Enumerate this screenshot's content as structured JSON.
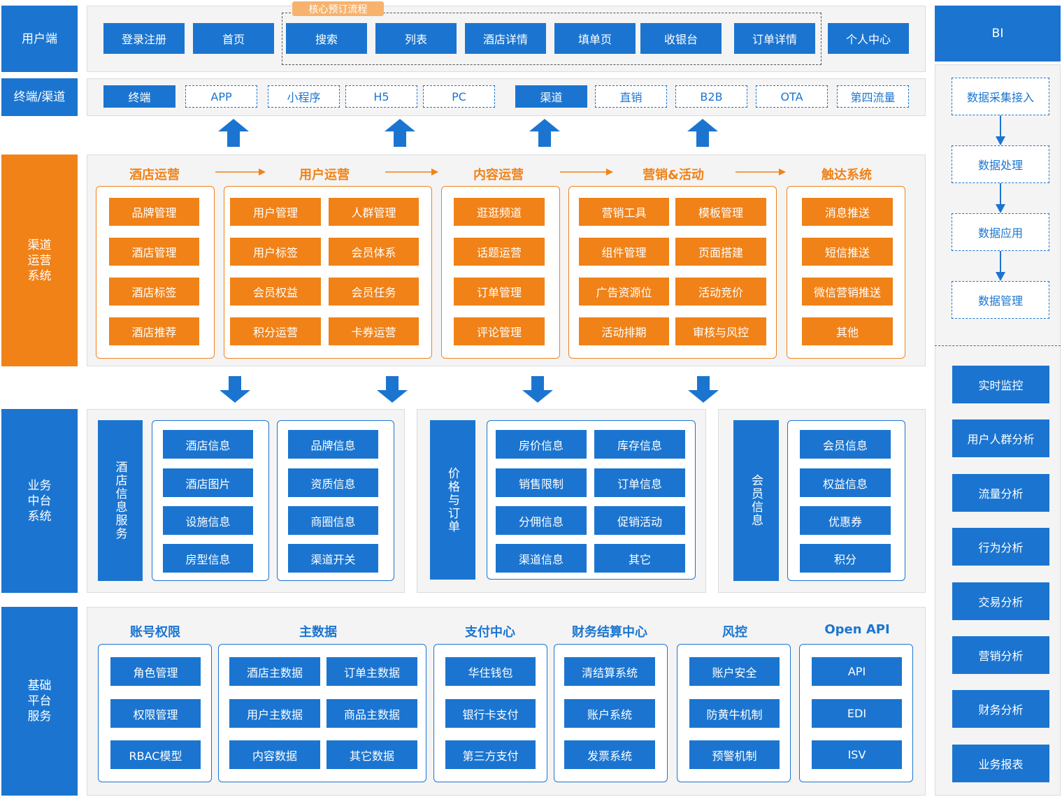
{
  "layers": {
    "user_end": "用户端",
    "terminal_channel": "终端/渠道",
    "channel_ops": "渠道\n运营\n系统",
    "biz_middle": "业务\n中台\n系统",
    "foundation": "基础\n平台\n服务"
  },
  "user_end": {
    "core_flow_label": "核心预订流程",
    "items": [
      "登录注册",
      "首页",
      "搜索",
      "列表",
      "酒店详情",
      "填单页",
      "收银台",
      "订单详情",
      "个人中心"
    ]
  },
  "terminal": {
    "terminal_label": "终端",
    "terminals": [
      "APP",
      "小程序",
      "H5",
      "PC"
    ],
    "channel_label": "渠道",
    "channels": [
      "直销",
      "B2B",
      "OTA",
      "第四流量"
    ]
  },
  "channel_ops": {
    "titles": [
      "酒店运营",
      "用户运营",
      "内容运营",
      "营销&活动",
      "触达系统"
    ],
    "hotel_ops": [
      "品牌管理",
      "酒店管理",
      "酒店标签",
      "酒店推荐"
    ],
    "user_ops": [
      "用户管理",
      "人群管理",
      "用户标签",
      "会员体系",
      "会员权益",
      "会员任务",
      "积分运营",
      "卡券运营"
    ],
    "content_ops": [
      "逛逛频道",
      "话题运营",
      "订单管理",
      "评论管理"
    ],
    "marketing": [
      "营销工具",
      "模板管理",
      "组件管理",
      "页面搭建",
      "广告资源位",
      "活动竞价",
      "活动排期",
      "审核与风控"
    ],
    "reach": [
      "消息推送",
      "短信推送",
      "微信营销推送",
      "其他"
    ]
  },
  "biz_middle": {
    "hotel_service_label": "酒店信息服务",
    "hotel_left": [
      "酒店信息",
      "酒店图片",
      "设施信息",
      "房型信息"
    ],
    "hotel_right": [
      "品牌信息",
      "资质信息",
      "商圈信息",
      "渠道开关"
    ],
    "price_order_label": "价格与订单",
    "price_order": [
      "房价信息",
      "库存信息",
      "销售限制",
      "订单信息",
      "分佣信息",
      "促销活动",
      "渠道信息",
      "其它"
    ],
    "member_label": "会员信息",
    "member": [
      "会员信息",
      "权益信息",
      "优惠券",
      "积分"
    ]
  },
  "foundation": {
    "titles": [
      "账号权限",
      "主数据",
      "支付中心",
      "财务结算中心",
      "风控",
      "Open API"
    ],
    "account": [
      "角色管理",
      "权限管理",
      "RBAC模型"
    ],
    "master_data": [
      "酒店主数据",
      "订单主数据",
      "用户主数据",
      "商品主数据",
      "内容数据",
      "其它数据"
    ],
    "payment": [
      "华住钱包",
      "银行卡支付",
      "第三方支付"
    ],
    "finance": [
      "清结算系统",
      "账户系统",
      "发票系统"
    ],
    "risk": [
      "账户安全",
      "防黄牛机制",
      "预警机制"
    ],
    "open_api": [
      "API",
      "EDI",
      "ISV"
    ]
  },
  "bi": {
    "title": "BI",
    "pipeline": [
      "数据采集接入",
      "数据处理",
      "数据应用",
      "数据管理"
    ],
    "analysis": [
      "实时监控",
      "用户人群分析",
      "流量分析",
      "行为分析",
      "交易分析",
      "营销分析",
      "财务分析",
      "业务报表"
    ]
  },
  "colors": {
    "blue": "#1b75d0",
    "orange": "#f08218",
    "panel_bg": "#f4f4f4"
  }
}
